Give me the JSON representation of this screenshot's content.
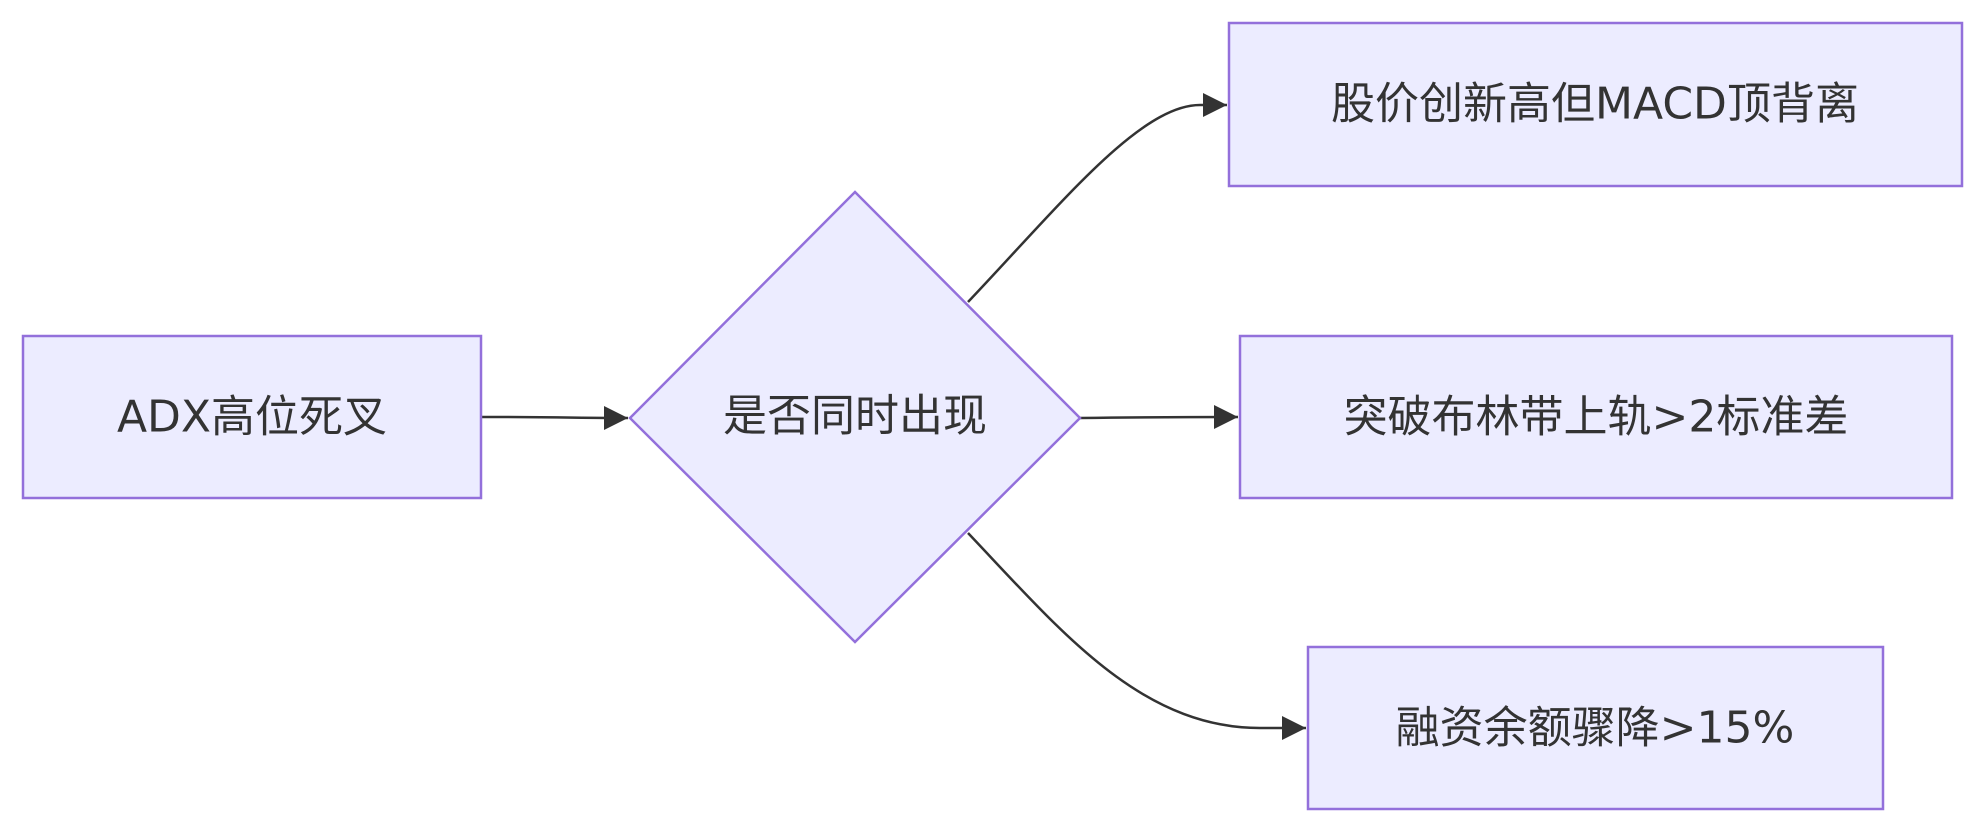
{
  "diagram": {
    "type": "flowchart",
    "direction": "left-to-right",
    "colors": {
      "node_fill": "#ececff",
      "node_stroke": "#9370db",
      "edge": "#333333",
      "text": "#333333"
    },
    "nodes": [
      {
        "id": "A",
        "shape": "rect",
        "label": "ADX高位死叉"
      },
      {
        "id": "B",
        "shape": "diamond",
        "label": "是否同时出现"
      },
      {
        "id": "C",
        "shape": "rect",
        "label": "股价创新高但MACD顶背离"
      },
      {
        "id": "D",
        "shape": "rect",
        "label": "突破布林带上轨>2标准差"
      },
      {
        "id": "E",
        "shape": "rect",
        "label": "融资余额骤降>15%"
      }
    ],
    "edges": [
      {
        "from": "A",
        "to": "B"
      },
      {
        "from": "B",
        "to": "C"
      },
      {
        "from": "B",
        "to": "D"
      },
      {
        "from": "B",
        "to": "E"
      }
    ]
  }
}
